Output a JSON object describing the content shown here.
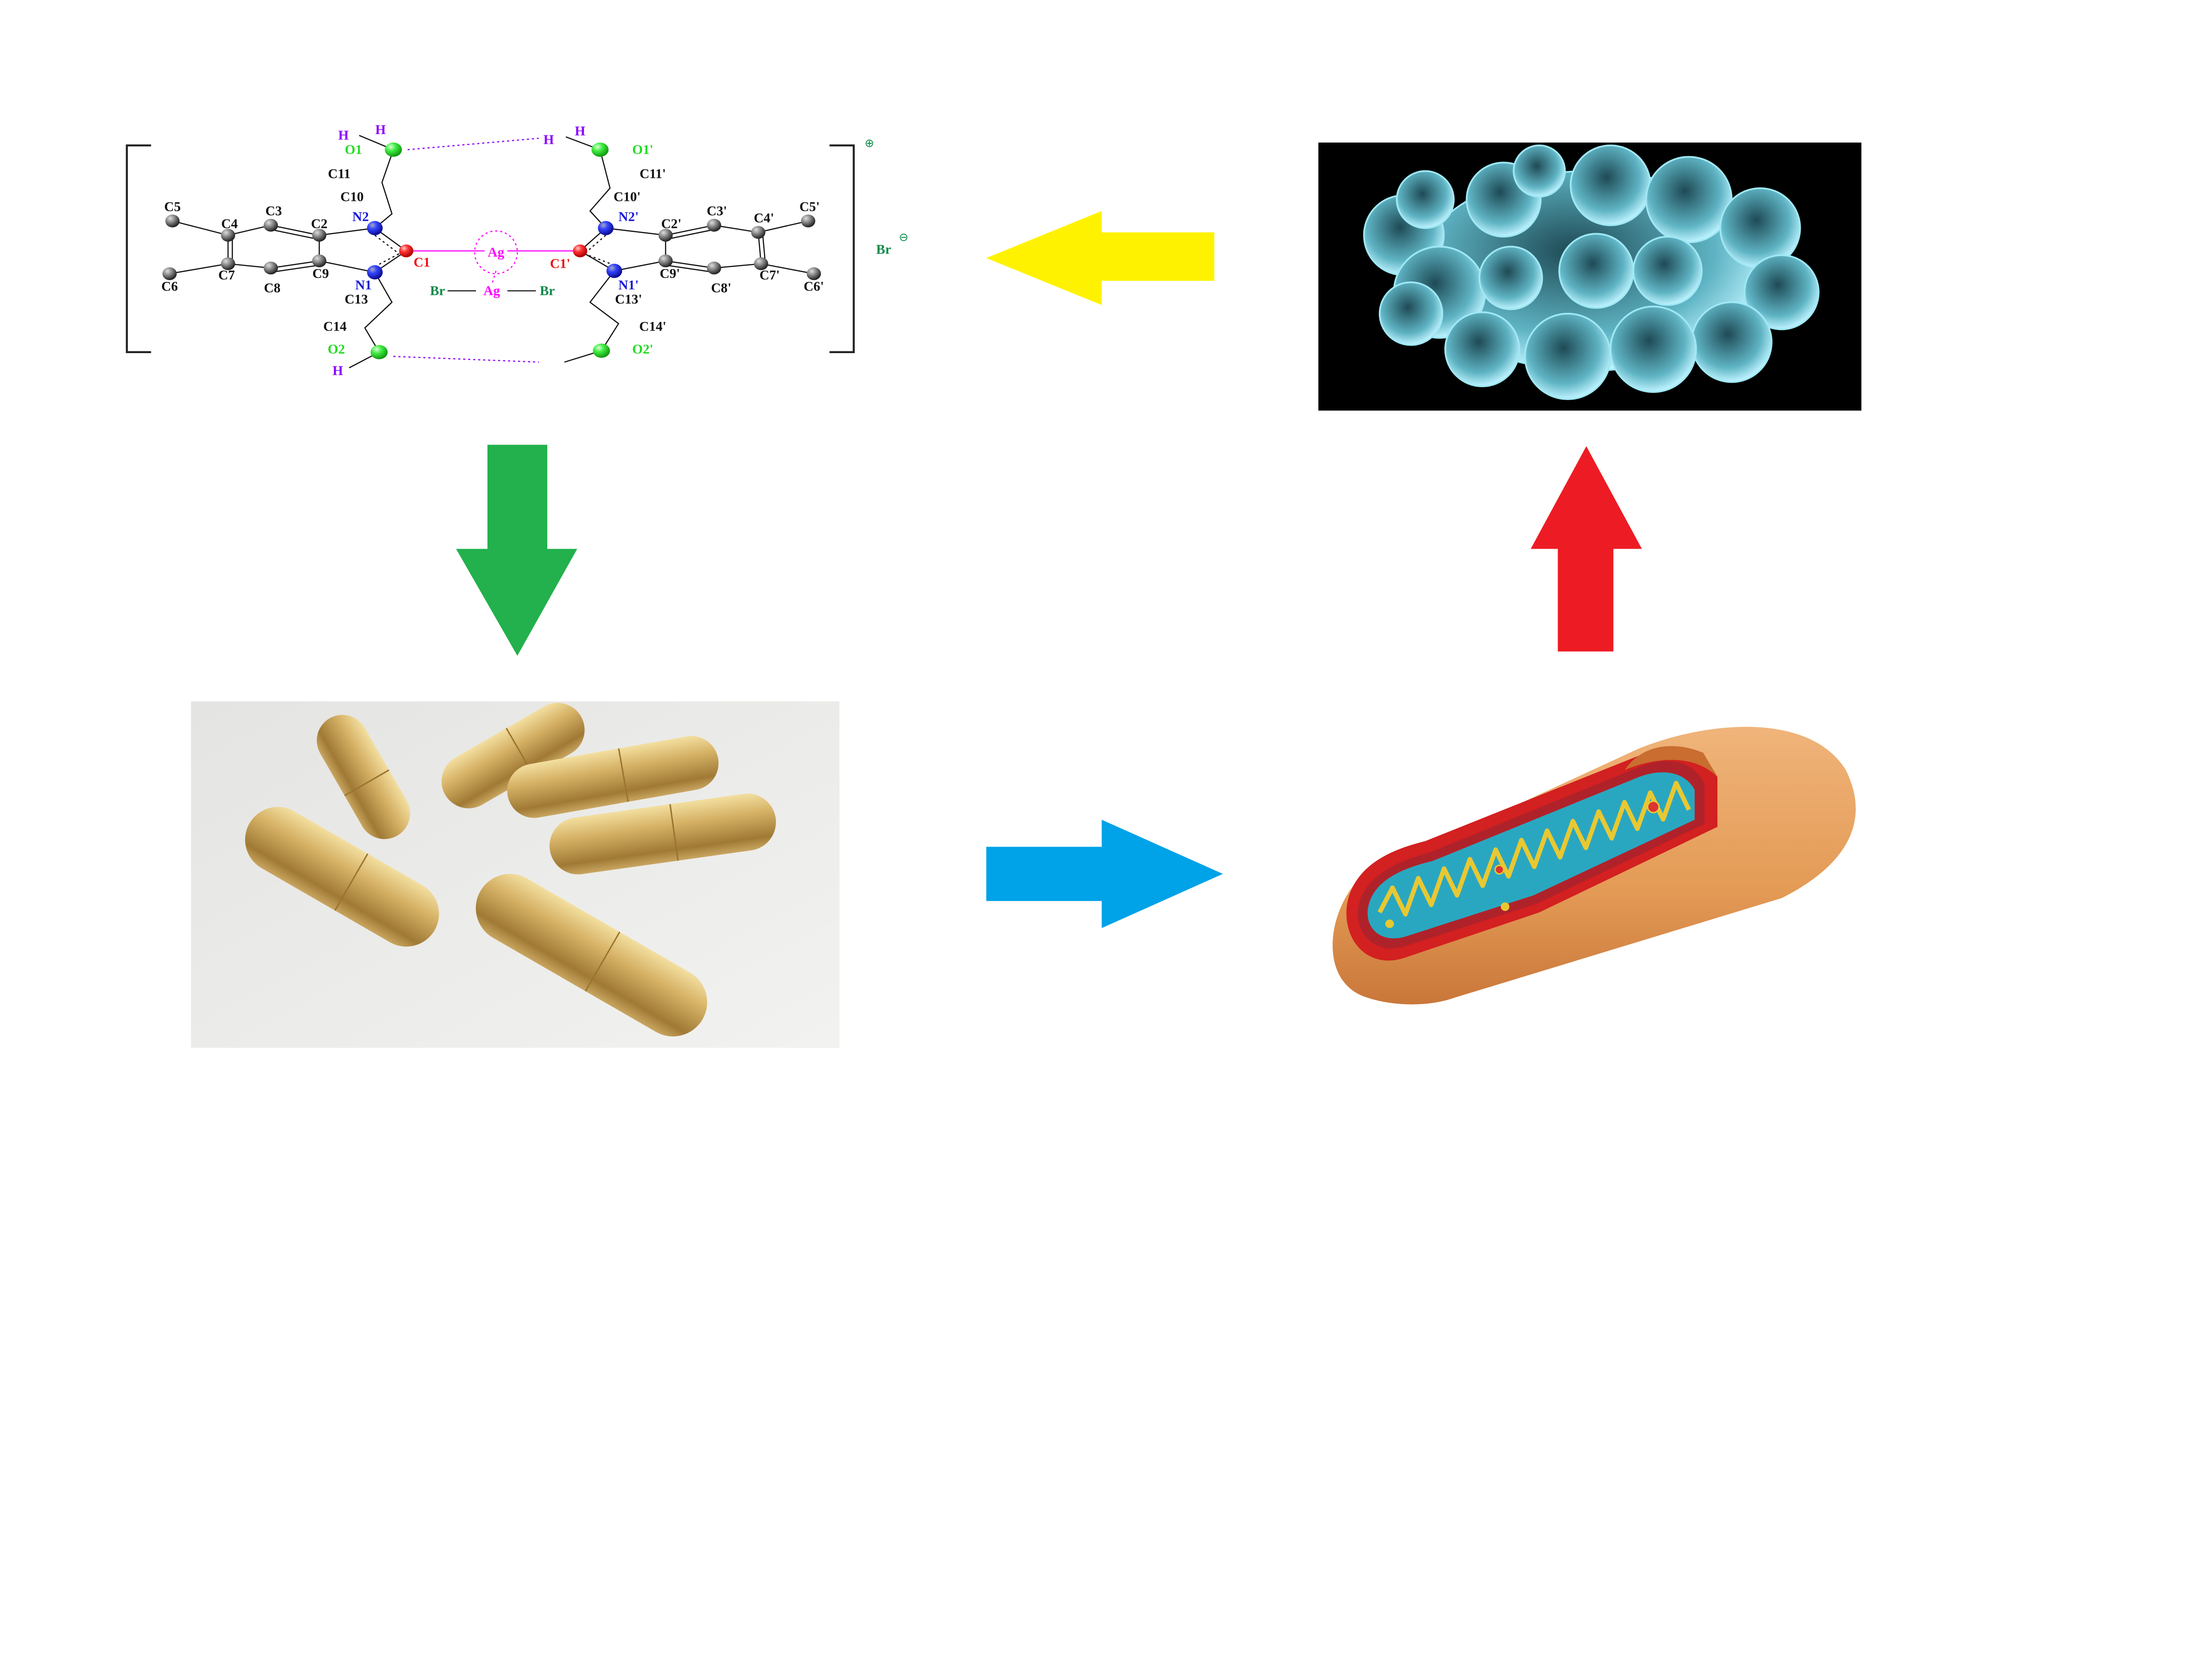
{
  "molecule": {
    "charge_plus": "⊕",
    "charge_minus": "⊖",
    "counter_ion": "Br",
    "center_metal": "Ag",
    "anion": {
      "left": "Br",
      "metal": "Ag",
      "right": "Br"
    },
    "atom_labels": [
      {
        "text": "O1",
        "type": "O"
      },
      {
        "text": "O1'",
        "type": "O"
      },
      {
        "text": "H",
        "type": "H"
      },
      {
        "text": "H",
        "type": "H"
      },
      {
        "text": "H",
        "type": "H"
      },
      {
        "text": "H",
        "type": "H"
      },
      {
        "text": "H",
        "type": "H"
      },
      {
        "text": "C11",
        "type": "C"
      },
      {
        "text": "C11'",
        "type": "C"
      },
      {
        "text": "C10",
        "type": "C"
      },
      {
        "text": "C10'",
        "type": "C"
      },
      {
        "text": "C5",
        "type": "C"
      },
      {
        "text": "C3",
        "type": "C"
      },
      {
        "text": "C4",
        "type": "C"
      },
      {
        "text": "C2",
        "type": "C"
      },
      {
        "text": "N2",
        "type": "N"
      },
      {
        "text": "N2'",
        "type": "N"
      },
      {
        "text": "C2'",
        "type": "C"
      },
      {
        "text": "C3'",
        "type": "C"
      },
      {
        "text": "C4'",
        "type": "C"
      },
      {
        "text": "C5'",
        "type": "C"
      },
      {
        "text": "C1",
        "type": "Cc"
      },
      {
        "text": "C1'",
        "type": "Cc"
      },
      {
        "text": "C7",
        "type": "C"
      },
      {
        "text": "C9",
        "type": "C"
      },
      {
        "text": "C6",
        "type": "C"
      },
      {
        "text": "C8",
        "type": "C"
      },
      {
        "text": "N1",
        "type": "N"
      },
      {
        "text": "N1'",
        "type": "N"
      },
      {
        "text": "C9'",
        "type": "C"
      },
      {
        "text": "C8'",
        "type": "C"
      },
      {
        "text": "C7'",
        "type": "C"
      },
      {
        "text": "C6'",
        "type": "C"
      },
      {
        "text": "C13",
        "type": "C"
      },
      {
        "text": "C13'",
        "type": "C"
      },
      {
        "text": "C14",
        "type": "C"
      },
      {
        "text": "C14'",
        "type": "C"
      },
      {
        "text": "O2",
        "type": "O"
      },
      {
        "text": "O2'",
        "type": "O"
      }
    ]
  },
  "arrows": {
    "molecule_to_capsules": {
      "direction": "down",
      "color": "#22b14c"
    },
    "capsules_to_mitochondrion": {
      "direction": "right",
      "color": "#00a2e8"
    },
    "mitochondrion_to_cancer_cell": {
      "direction": "up",
      "color": "#ed1c24"
    },
    "cancer_cell_to_molecule": {
      "direction": "left",
      "color": "#fff200"
    }
  },
  "colors": {
    "O": "#22dd22",
    "N": "#1a1ad8",
    "H": "#8b00ff",
    "C": "#111111",
    "Cc": "#ee1111",
    "Ag": "#ff00ff",
    "Br": "#0f8a4a"
  }
}
